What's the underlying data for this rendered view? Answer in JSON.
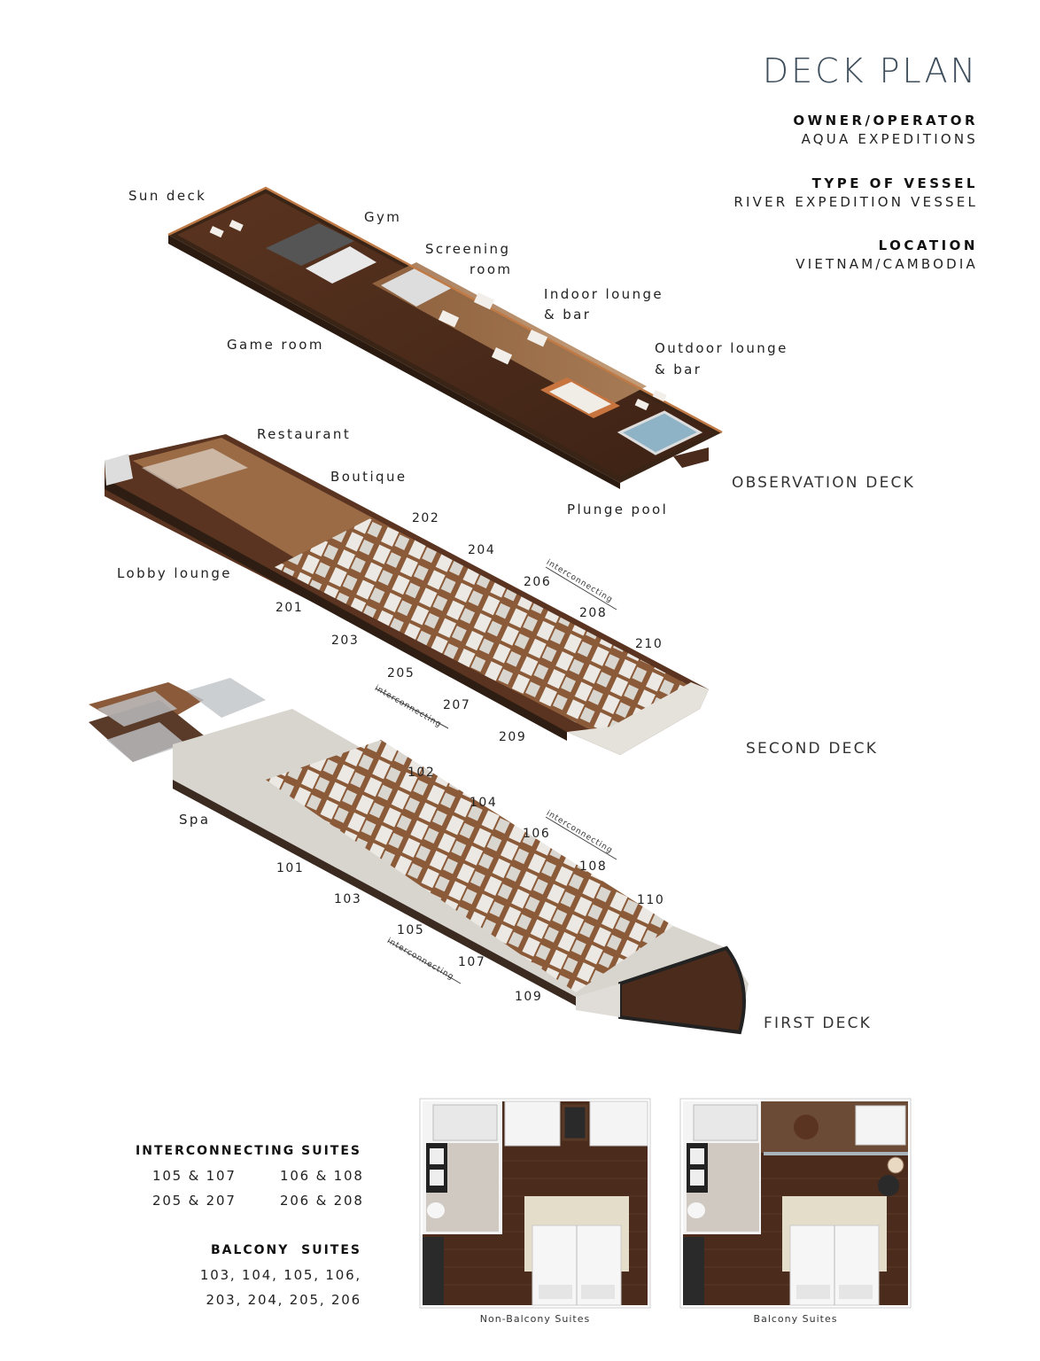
{
  "header": {
    "title": "DECK PLAN",
    "info": [
      {
        "key": "OWNER/OPERATOR",
        "value": "AQUA EXPEDITIONS"
      },
      {
        "key": "TYPE OF VESSEL",
        "value": "RIVER EXPEDITION VESSEL"
      },
      {
        "key": "LOCATION",
        "value": "VIETNAM/CAMBODIA"
      }
    ]
  },
  "decks": {
    "observation": {
      "name": "OBSERVATION DECK",
      "areas": {
        "sun_deck": "Sun deck",
        "gym": "Gym",
        "screening_1": "Screening",
        "screening_2": "room",
        "indoor_1": "Indoor lounge",
        "indoor_2": "& bar",
        "game_room": "Game room",
        "outdoor_1": "Outdoor lounge",
        "outdoor_2": "& bar",
        "plunge_pool": "Plunge pool"
      }
    },
    "second": {
      "name": "SECOND DECK",
      "areas": {
        "restaurant": "Restaurant",
        "boutique": "Boutique",
        "lobby_lounge": "Lobby lounge"
      },
      "suites": [
        "201",
        "202",
        "203",
        "204",
        "205",
        "206",
        "207",
        "208",
        "209",
        "210"
      ],
      "interconnecting_label": "interconnecting"
    },
    "first": {
      "name": "FIRST DECK",
      "areas": {
        "spa": "Spa"
      },
      "suites": [
        "101",
        "102",
        "103",
        "104",
        "105",
        "106",
        "107",
        "108",
        "109",
        "110"
      ],
      "interconnecting_label": "interconnecting"
    }
  },
  "legend": {
    "interconnecting": {
      "heading": "INTERCONNECTING SUITES",
      "pairs": [
        "105 & 107",
        "106 & 108",
        "205 & 207",
        "206 & 208"
      ]
    },
    "balcony": {
      "heading": "BALCONY  SUITES",
      "line1": "103, 104, 105, 106,",
      "line2": "203, 204, 205, 206"
    }
  },
  "suite_plans": [
    {
      "caption": "Non-Balcony Suites"
    },
    {
      "caption": "Balcony Suites"
    }
  ],
  "colors": {
    "title": "#3e4e5c",
    "wood_dark": "#4a2b1c",
    "wood_mid": "#7a4a2e",
    "wood_light": "#a87850",
    "wall": "#e9e6e1",
    "pool": "#8fb3c6",
    "rail": "#c07a45"
  }
}
